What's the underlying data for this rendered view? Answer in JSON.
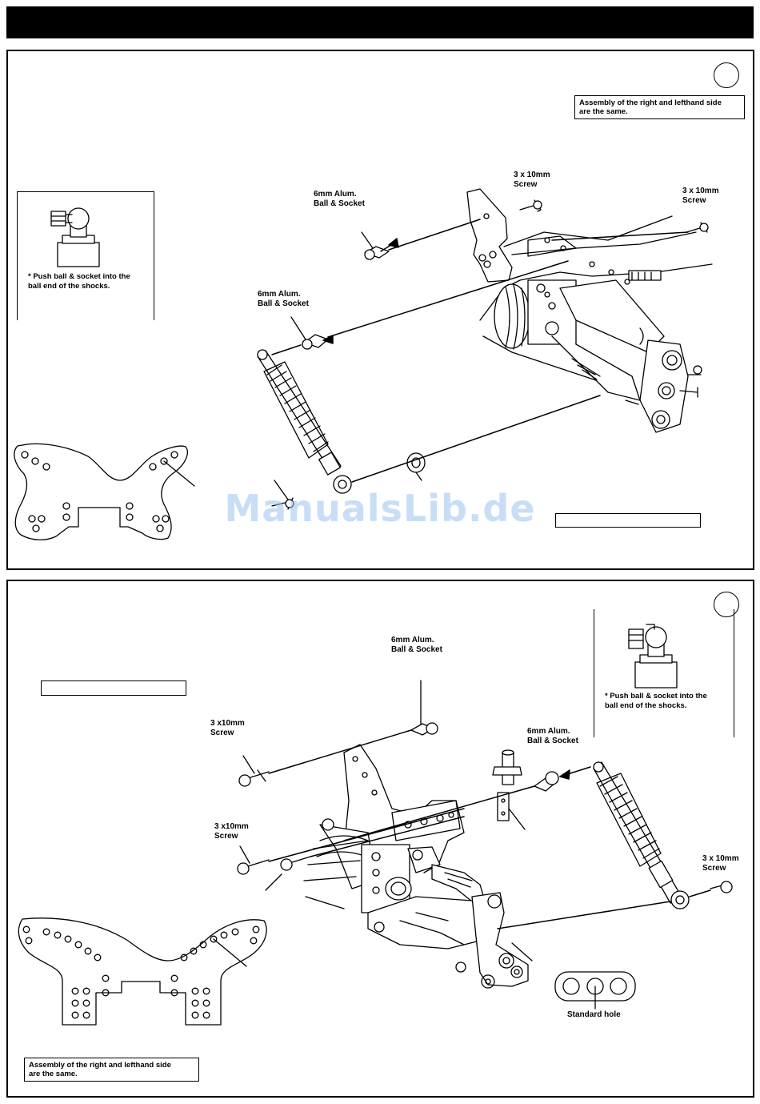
{
  "panel1": {
    "note": "Assembly of the right  and lefthand side\nare the same.",
    "inset_text": "* Push ball & socket into the\n  ball end of the shocks.",
    "labels": {
      "ball_socket_a": "6mm Alum.\nBall & Socket",
      "ball_socket_b": "6mm Alum.\nBall & Socket",
      "screw_a": "3 x 10mm\nScrew",
      "screw_b": "3 x 10mm\nScrew"
    }
  },
  "panel2": {
    "note": "Assembly of the right  and lefthand side\nare the same.",
    "inset_text": "* Push ball & socket into the\n  ball end of the shocks.",
    "labels": {
      "ball_socket_a": "6mm Alum.\nBall & Socket",
      "ball_socket_b": "6mm Alum.\nBall & Socket",
      "screw_a": "3 x10mm\n     Screw",
      "screw_b": "3 x10mm\n     Screw",
      "screw_c": "3 x 10mm\nScrew",
      "standard_hole": "Standard hole"
    }
  },
  "watermark": "ManualsLib.de"
}
